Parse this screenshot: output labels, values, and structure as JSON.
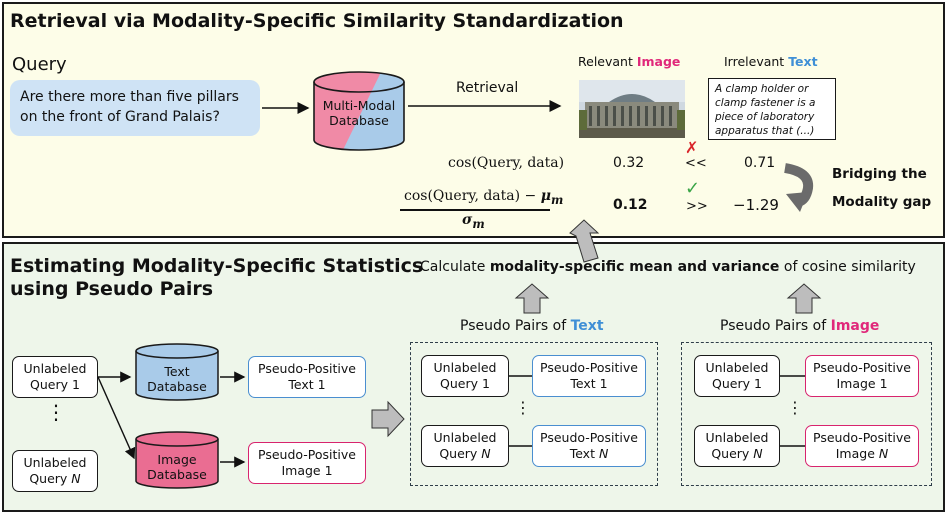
{
  "top": {
    "title": "Retrieval via Modality-Specific Similarity Standardization",
    "query_label": "Query",
    "query_line1": "Are there more than five pillars",
    "query_line2": "on the front of Grand Palais?",
    "db_line1": "Multi-Modal",
    "db_line2": "Database",
    "retrieval_label": "Retrieval",
    "relevant_prefix": "Relevant ",
    "relevant_word": "Image",
    "irrelevant_prefix": "Irrelevant ",
    "irrelevant_word": "Text",
    "text_snippet": "A clamp holder or clamp fastener is a piece of laboratory apparatus that (...)",
    "cos_label": "cos(Query, data)",
    "cos_image": "0.32",
    "cos_compare": "<<",
    "cos_text": "0.71",
    "cross_mark": "✗",
    "check_mark": "✓",
    "std_numerator": "cos(Query, data) − ",
    "std_mu": "μ",
    "std_sub": "m",
    "std_sigma": "σ",
    "std_image": "0.12",
    "std_compare": ">>",
    "std_text": "−1.29",
    "bridge_line1": "Bridging the",
    "bridge_line2": "Modality gap"
  },
  "bottom": {
    "title_line1": "Estimating Modality-Specific Statistics",
    "title_line2": "using Pseudo Pairs",
    "calc_prefix": "Calculate ",
    "calc_bold": "modality-specific mean and variance",
    "calc_suffix": " of cosine similarity",
    "pairs_text_prefix": "Pseudo Pairs of ",
    "pairs_text_word": "Text",
    "pairs_image_prefix": "Pseudo Pairs of ",
    "pairs_image_word": "Image",
    "uq1_line1": "Unlabeled",
    "uq1_line2": "Query 1",
    "uqn_line1": "Unlabeled",
    "uqn_line2": "Query ",
    "uqn_n": "N",
    "text_db_line1": "Text",
    "text_db_line2": "Database",
    "image_db_line1": "Image",
    "image_db_line2": "Database",
    "ppt1_line1": "Pseudo-Positive",
    "ppt1_line2": "Text 1",
    "ppi1_line1": "Pseudo-Positive",
    "ppi1_line2": "Image 1",
    "pptn_line2": "Text ",
    "ppin_line2": "Image ",
    "vdots": "⋮"
  },
  "colors": {
    "pink": "#e0287a",
    "blue": "#3f8fd6",
    "top_bg": "#fdfde8",
    "bottom_bg": "#eef6ea"
  }
}
